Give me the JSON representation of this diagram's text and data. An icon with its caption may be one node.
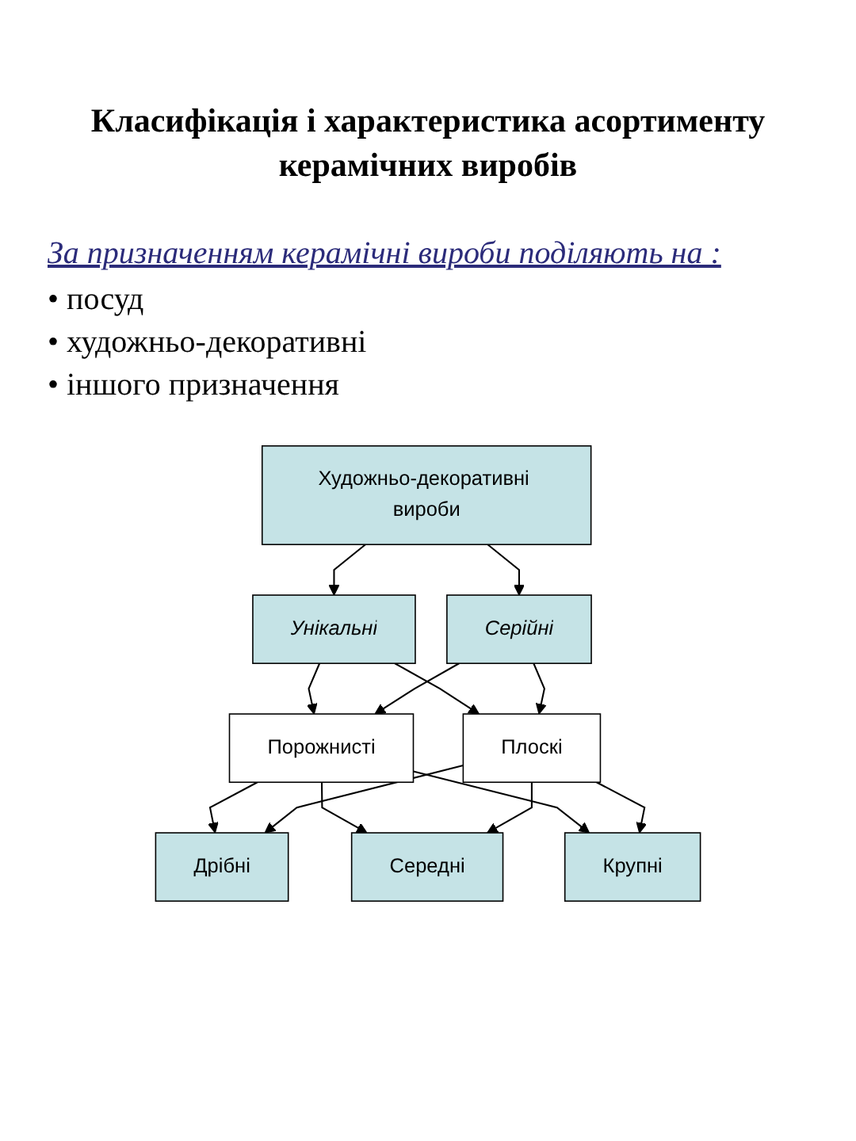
{
  "diagram": {
    "title": "Класифікація і характеристика асортименту керамічних виробів",
    "nodes": [
      {
        "text": [
          "Художньо-декоративні вироби"
        ]
      },
      {
        "text": [
          "Унікальні"
        ]
      },
      {
        "text": [
          "Серійні"
        ]
      },
      {
        "text": [
          "Порожнисті"
        ]
      },
      {
        "text": [
          "Плоскі"
        ]
      },
      {
        "text": [
          "Дрібні"
        ]
      },
      {
        "text": [
          "Середні"
        ]
      },
      {
        "text": [
          "Крупні"
        ]
      }
    ],
    "edges": [
      {
        "from": 0,
        "to": 1,
        "arrow": "to"
      },
      {
        "from": 0,
        "to": 2,
        "arrow": "to"
      },
      {
        "from": 1,
        "to": 3,
        "arrow": "to"
      },
      {
        "from": 1,
        "to": 4,
        "arrow": "to"
      },
      {
        "from": 2,
        "to": 3,
        "arrow": "to"
      },
      {
        "from": 2,
        "to": 4,
        "arrow": "to"
      },
      {
        "from": 3,
        "to": 5,
        "arrow": "to"
      },
      {
        "from": 3,
        "to": 6,
        "arrow": "to"
      },
      {
        "from": 3,
        "to": 7,
        "arrow": "to"
      },
      {
        "from": 4,
        "to": 5,
        "arrow": "to"
      },
      {
        "from": 4,
        "to": 6,
        "arrow": "to"
      },
      {
        "from": 4,
        "to": 7,
        "arrow": "to"
      }
    ],
    "labels": [
      "За призначенням керамічні вироби поділяють на :",
      "• посуд",
      "• художньо-декоративні",
      "• іншого призначення"
    ]
  }
}
